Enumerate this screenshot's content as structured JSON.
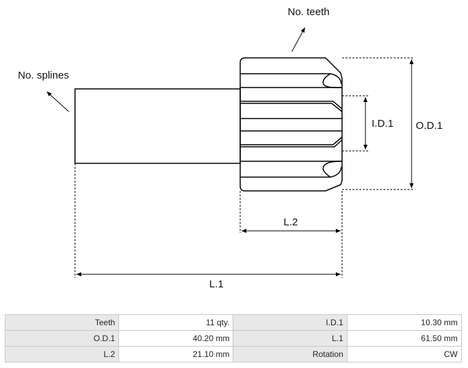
{
  "diagram": {
    "labels": {
      "teeth": "No. teeth",
      "splines": "No. splines",
      "id1": "I.D.1",
      "od1": "O.D.1",
      "l2": "L.2",
      "l1": "L.1"
    }
  },
  "specs": [
    {
      "label": "Teeth",
      "value": "11 qty.",
      "label2": "I.D.1",
      "value2": "10.30 mm"
    },
    {
      "label": "O.D.1",
      "value": "40.20 mm",
      "label2": "L.1",
      "value2": "61.50 mm"
    },
    {
      "label": "L.2",
      "value": "21.10 mm",
      "label2": "Rotation",
      "value2": "CW"
    }
  ]
}
